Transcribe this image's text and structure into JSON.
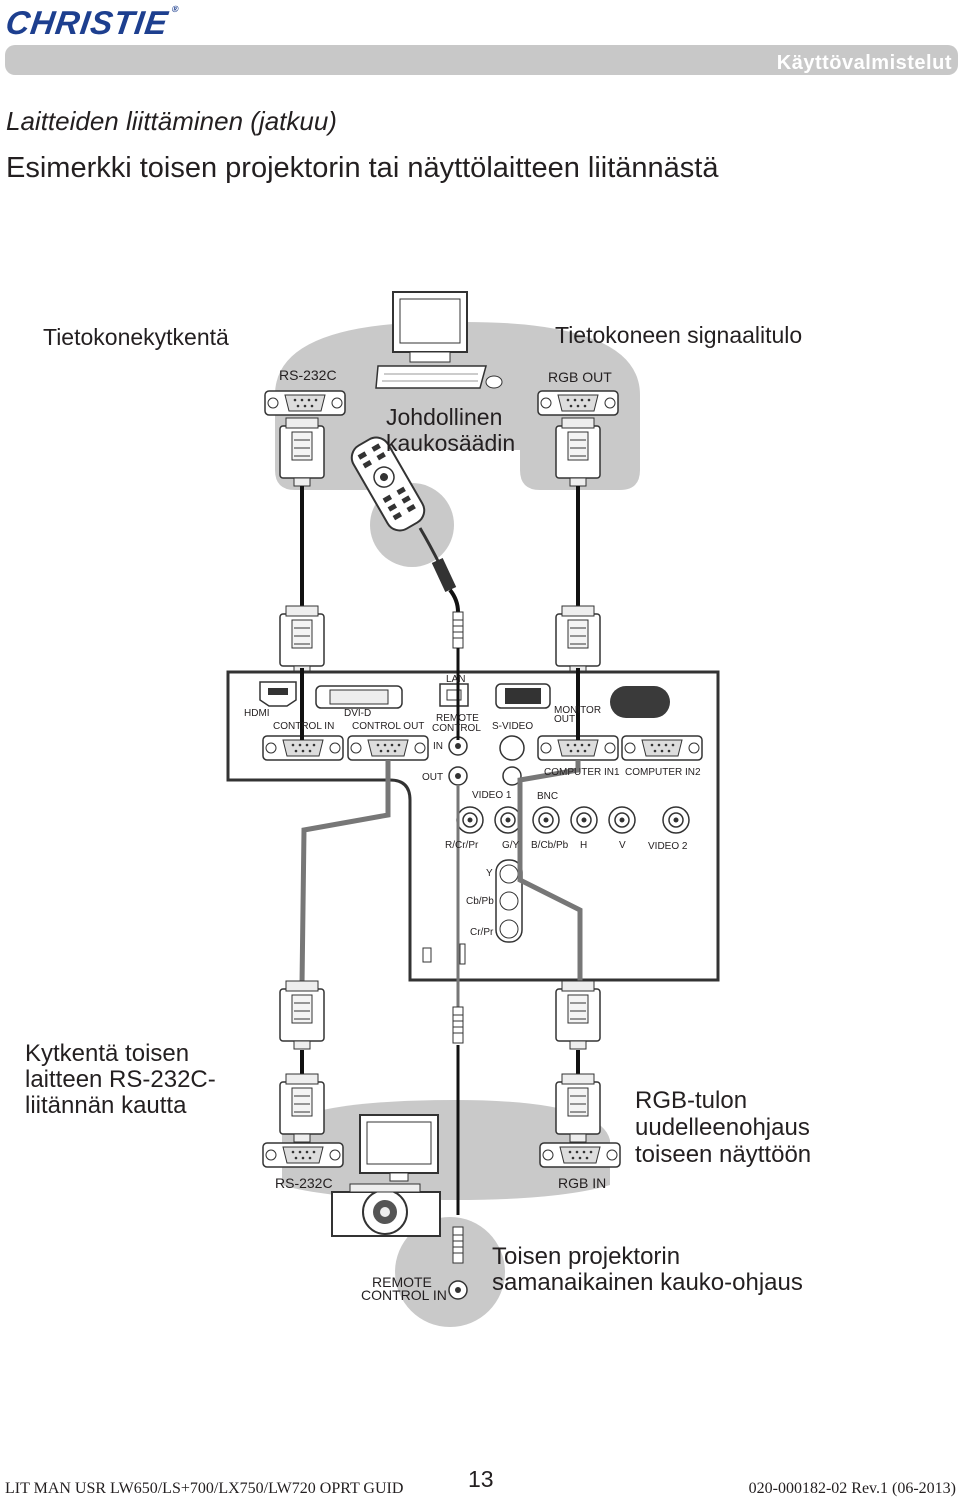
{
  "header": {
    "logo": "CHRISTIE",
    "logo_mark": "®",
    "section": "Käyttövalmistelut"
  },
  "content": {
    "section_title": "Laitteiden liittäminen (jatkuu)",
    "page_title": "Esimerkki toisen projektorin tai näyttölaitteen liitännästä"
  },
  "diagram": {
    "labels": {
      "computer_connection": "Tietokonekytkentä",
      "computer_signal_input": "Tietokoneen signaalitulo",
      "wired_remote_line1": "Johdollinen",
      "wired_remote_line2": "kaukosäädin",
      "rs232_other_line1": "Kytkentä toisen",
      "rs232_other_line2": "laitteen RS-232C-",
      "rs232_other_line3": "liitännän kautta",
      "rgb_redirect_line1": "RGB-tulon",
      "rgb_redirect_line2": "uudelleenohjaus",
      "rgb_redirect_line3": "toiseen näyttöön",
      "second_projector_line1": "Toisen projektorin",
      "second_projector_line2": "samanaikainen kauko-ohjaus"
    },
    "ports": {
      "pc_rs232c": "RS-232C",
      "pc_rgb_out": "RGB OUT",
      "hdmi": "HDMI",
      "dvi_d": "DVI-D",
      "lan": "LAN",
      "control_in": "CONTROL IN",
      "control_out": "CONTROL OUT",
      "remote_control_line1": "REMOTE",
      "remote_control_line2": "CONTROL",
      "in": "IN",
      "out": "OUT",
      "s_video": "S-VIDEO",
      "monitor_out_line1": "MONITOR",
      "monitor_out_line2": "OUT",
      "computer_in1": "COMPUTER IN1",
      "computer_in2": "COMPUTER IN2",
      "video1": "VIDEO 1",
      "bnc": "BNC",
      "r_cr_pr": "R/Cr/Pr",
      "g_y": "G/Y",
      "b_cb_pb": "B/Cb/Pb",
      "h": "H",
      "v": "V",
      "video2": "VIDEO 2",
      "y": "Y",
      "cb_pb": "Cb/Pb",
      "cr_pr": "Cr/Pr",
      "dev_rs232c": "RS-232C",
      "dev_rgb_in": "RGB IN",
      "remote_control_in_line1": "REMOTE",
      "remote_control_in_line2": "CONTROL IN"
    }
  },
  "footer": {
    "doc_code": "LIT MAN USR LW650/LS+700/LX750/LW720 OPRT GUID",
    "page_number": "13",
    "revision": "020-000182-02 Rev.1 (06-2013)"
  }
}
